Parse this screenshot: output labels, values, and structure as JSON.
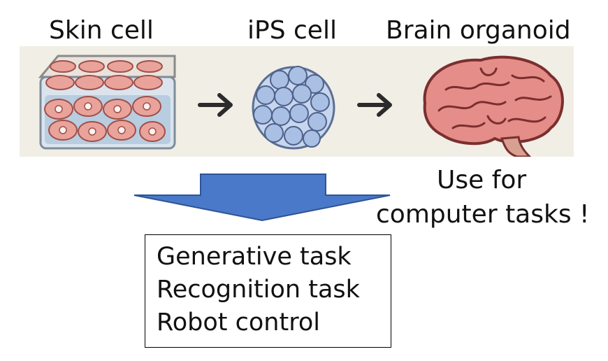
{
  "labels": {
    "skin_cell": "Skin cell",
    "ips_cell": "iPS cell",
    "brain_organoid": "Brain organoid",
    "use_for_line1": "Use for",
    "use_for_line2": "computer tasks !"
  },
  "tasks": [
    "Generative task",
    "Recognition task",
    "Robot control"
  ],
  "colors": {
    "arrow_fill": "#4a79c9",
    "arrow_stroke": "#2f5496",
    "strip_bg": "#f1eee6",
    "cell_pink": "#e9a39b",
    "ips_blue": "#a9bfe3",
    "brain_pink": "#e58d88"
  }
}
